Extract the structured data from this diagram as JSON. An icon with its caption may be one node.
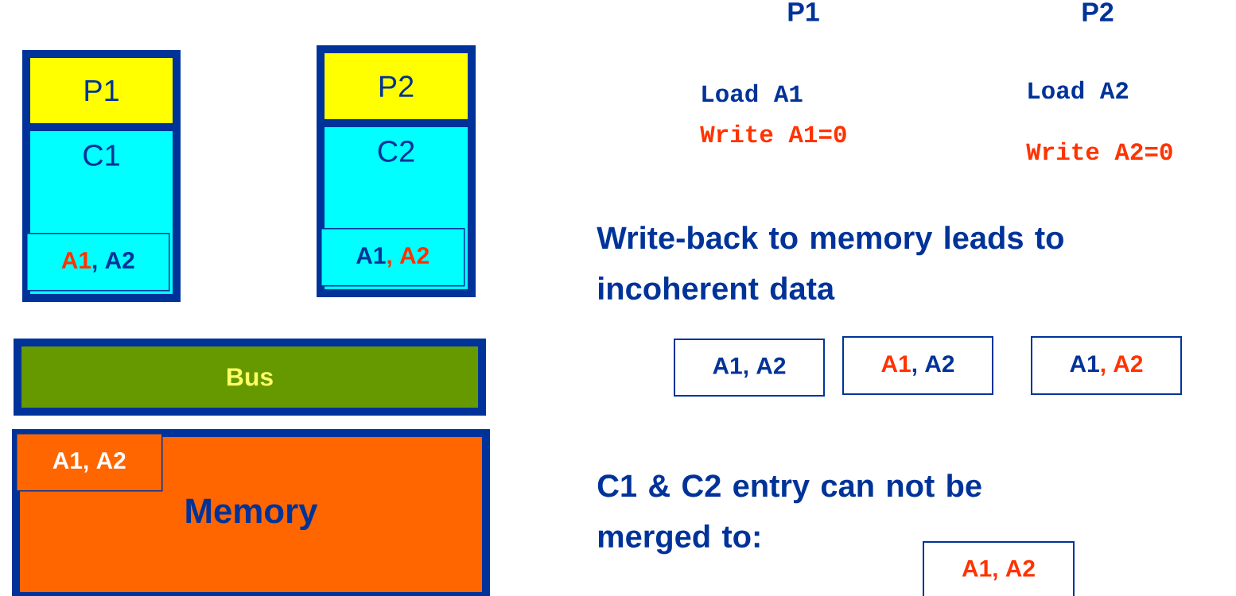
{
  "diagram": {
    "nodes": [
      {
        "text": [
          "P1"
        ]
      },
      {
        "text": [
          "C1"
        ]
      },
      {
        "text": [
          "A1, A2"
        ],
        "in": 1
      },
      {
        "text": [
          "P2"
        ]
      },
      {
        "text": [
          "C2"
        ]
      },
      {
        "text": [
          "A1, A2"
        ],
        "in": 4
      },
      {
        "text": [
          "Bus"
        ]
      },
      {
        "text": [
          "Memory"
        ]
      },
      {
        "text": [
          "A1, A2"
        ],
        "in": 7
      },
      {
        "text": [
          "A1, A2"
        ]
      },
      {
        "text": [
          "A1, A2"
        ]
      },
      {
        "text": [
          "A1, A2"
        ]
      },
      {
        "text": [
          "A1, A2"
        ]
      }
    ],
    "labels": [
      "P1",
      "P2",
      "Load A1",
      "Load A2",
      "Write A1=0",
      "Write A2=0",
      "Write-back to memory leads to incoherent data",
      "C1 & C2 entry can not be merged to:"
    ]
  }
}
